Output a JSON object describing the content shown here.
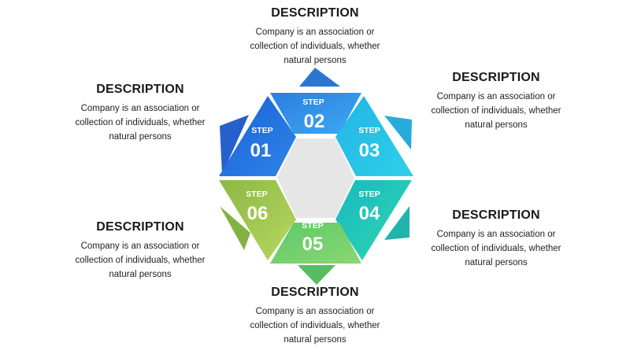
{
  "steps": [
    {
      "word": "STEP",
      "number": "01"
    },
    {
      "word": "STEP",
      "number": "02"
    },
    {
      "word": "STEP",
      "number": "03"
    },
    {
      "word": "STEP",
      "number": "04"
    },
    {
      "word": "STEP",
      "number": "05"
    },
    {
      "word": "STEP",
      "number": "06"
    }
  ],
  "descriptions": [
    {
      "title": "DESCRIPTION",
      "lines": [
        "Company is an association or",
        "collection of individuals, whether",
        "natural persons"
      ]
    },
    {
      "title": "DESCRIPTION",
      "lines": [
        "Company is an association or",
        "collection of individuals, whether",
        "natural persons"
      ]
    },
    {
      "title": "DESCRIPTION",
      "lines": [
        "Company is an association or",
        "collection of individuals, whether",
        "natural persons"
      ]
    },
    {
      "title": "DESCRIPTION",
      "lines": [
        "Company is an association or",
        "collection of individuals, whether",
        "natural persons"
      ]
    },
    {
      "title": "DESCRIPTION",
      "lines": [
        "Company is an association or",
        "collection of individuals, whether",
        "natural persons"
      ]
    },
    {
      "title": "DESCRIPTION",
      "lines": [
        "Company is an association or",
        "collection of individuals, whether",
        "natural persons"
      ]
    }
  ],
  "colors": {
    "step01": [
      "#1a5fd6",
      "#2e86e8"
    ],
    "step02": [
      "#2a7fe0",
      "#3fa8f0"
    ],
    "step03": [
      "#21b4e6",
      "#2fd0e8"
    ],
    "step04": [
      "#1ab8c0",
      "#2fd8b0"
    ],
    "step05": [
      "#5cc86a",
      "#8bd870"
    ],
    "step06": [
      "#8ab844",
      "#b8d860"
    ],
    "center": "#e6e6e6"
  }
}
